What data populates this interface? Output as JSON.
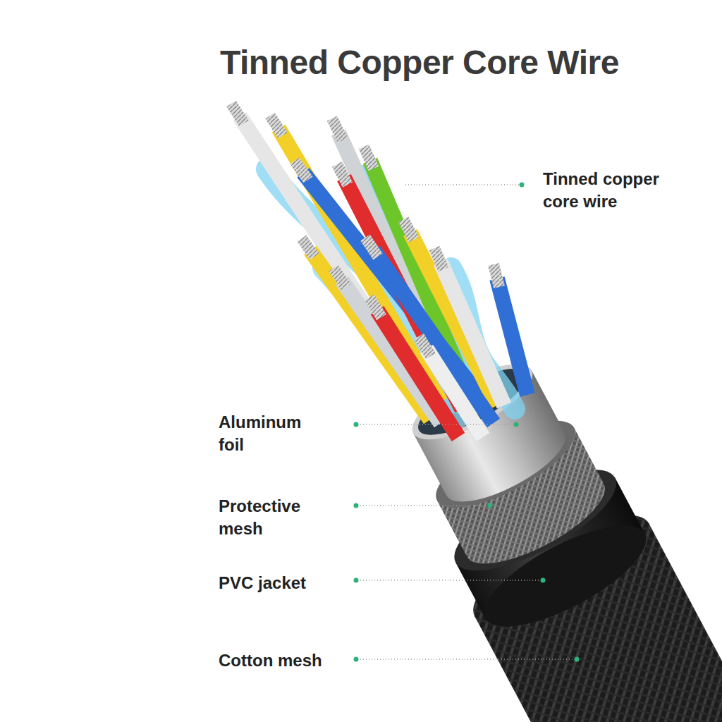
{
  "diagram": {
    "title": "Tinned Copper Core Wire",
    "labels": [
      "Tinned copper core wire",
      "Aluminum foil",
      "Protective mesh",
      "PVC jacket",
      "Cotton mesh"
    ]
  }
}
